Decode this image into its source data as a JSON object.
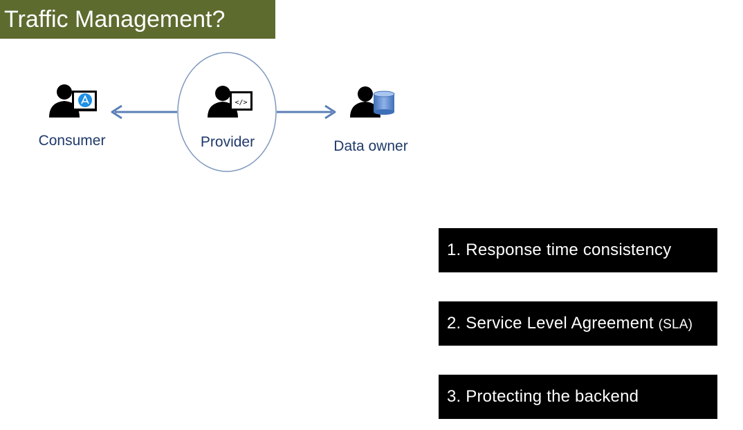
{
  "slide": {
    "title": "Traffic Management?"
  },
  "actors": {
    "consumer": {
      "label": "Consumer",
      "icon": "person-app-store-icon"
    },
    "provider": {
      "label": "Provider",
      "icon": "person-code-screen-icon"
    },
    "data_owner": {
      "label": "Data owner",
      "icon": "person-database-icon"
    }
  },
  "points": [
    {
      "text": "1. Response time consistency",
      "suffix": ""
    },
    {
      "text": "2. Service Level Agreement ",
      "suffix": "(SLA)"
    },
    {
      "text": "3. Protecting the backend",
      "suffix": ""
    }
  ],
  "colors": {
    "title_bg": "#5d6b2f",
    "label_text": "#1f3a6b",
    "arrow": "#5b7fb5",
    "point_bg": "#000000",
    "point_text": "#ffffff"
  }
}
